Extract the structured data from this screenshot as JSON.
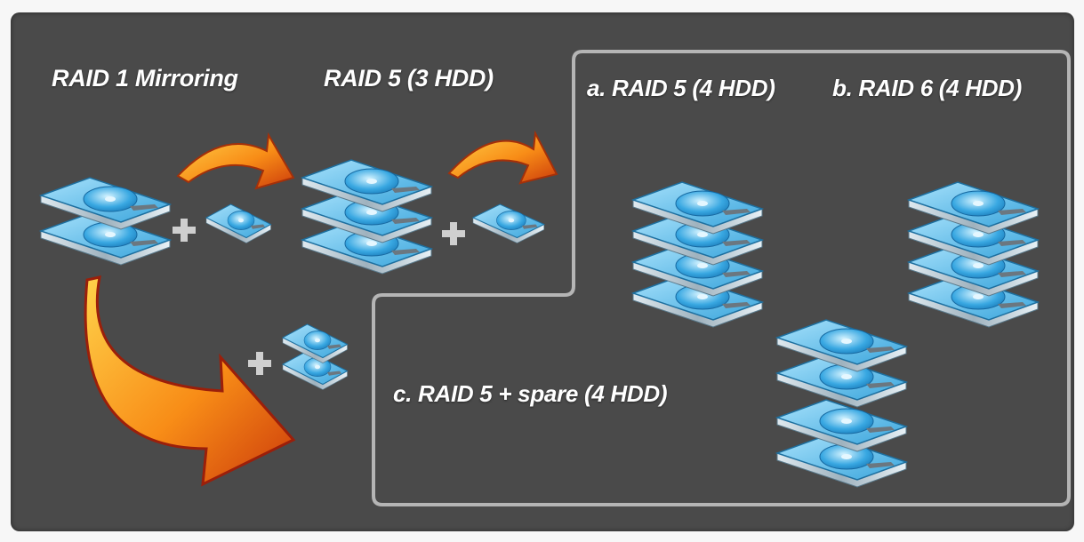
{
  "labels": {
    "raid1": "RAID 1 Mirroring",
    "raid5_3": "RAID 5 (3 HDD)",
    "option_a": "a. RAID 5 (4 HDD)",
    "option_b": "b. RAID 6 (4 HDD)",
    "option_c": "c. RAID 5 + spare (4 HDD)"
  },
  "stacks": {
    "raid1": {
      "disks": 2
    },
    "raid5_3": {
      "disks": 3
    },
    "option_a": {
      "disks": 4
    },
    "option_b": {
      "disks": 4
    },
    "option_c": {
      "disks": 3,
      "spare": 1
    },
    "add_one_top": {
      "disks": 1
    },
    "add_one_mid": {
      "disks": 1
    },
    "add_two": {
      "disks": 2
    }
  },
  "colors": {
    "panel": "#4a4a4a",
    "frame": "#b5b5b5",
    "disk_blue": "#2f9bd6",
    "arrow_orange": "#f07a12",
    "plus": "#cfcfcf"
  },
  "icons": [
    "hard-disk-icon",
    "plus-icon",
    "curved-arrow-icon"
  ]
}
